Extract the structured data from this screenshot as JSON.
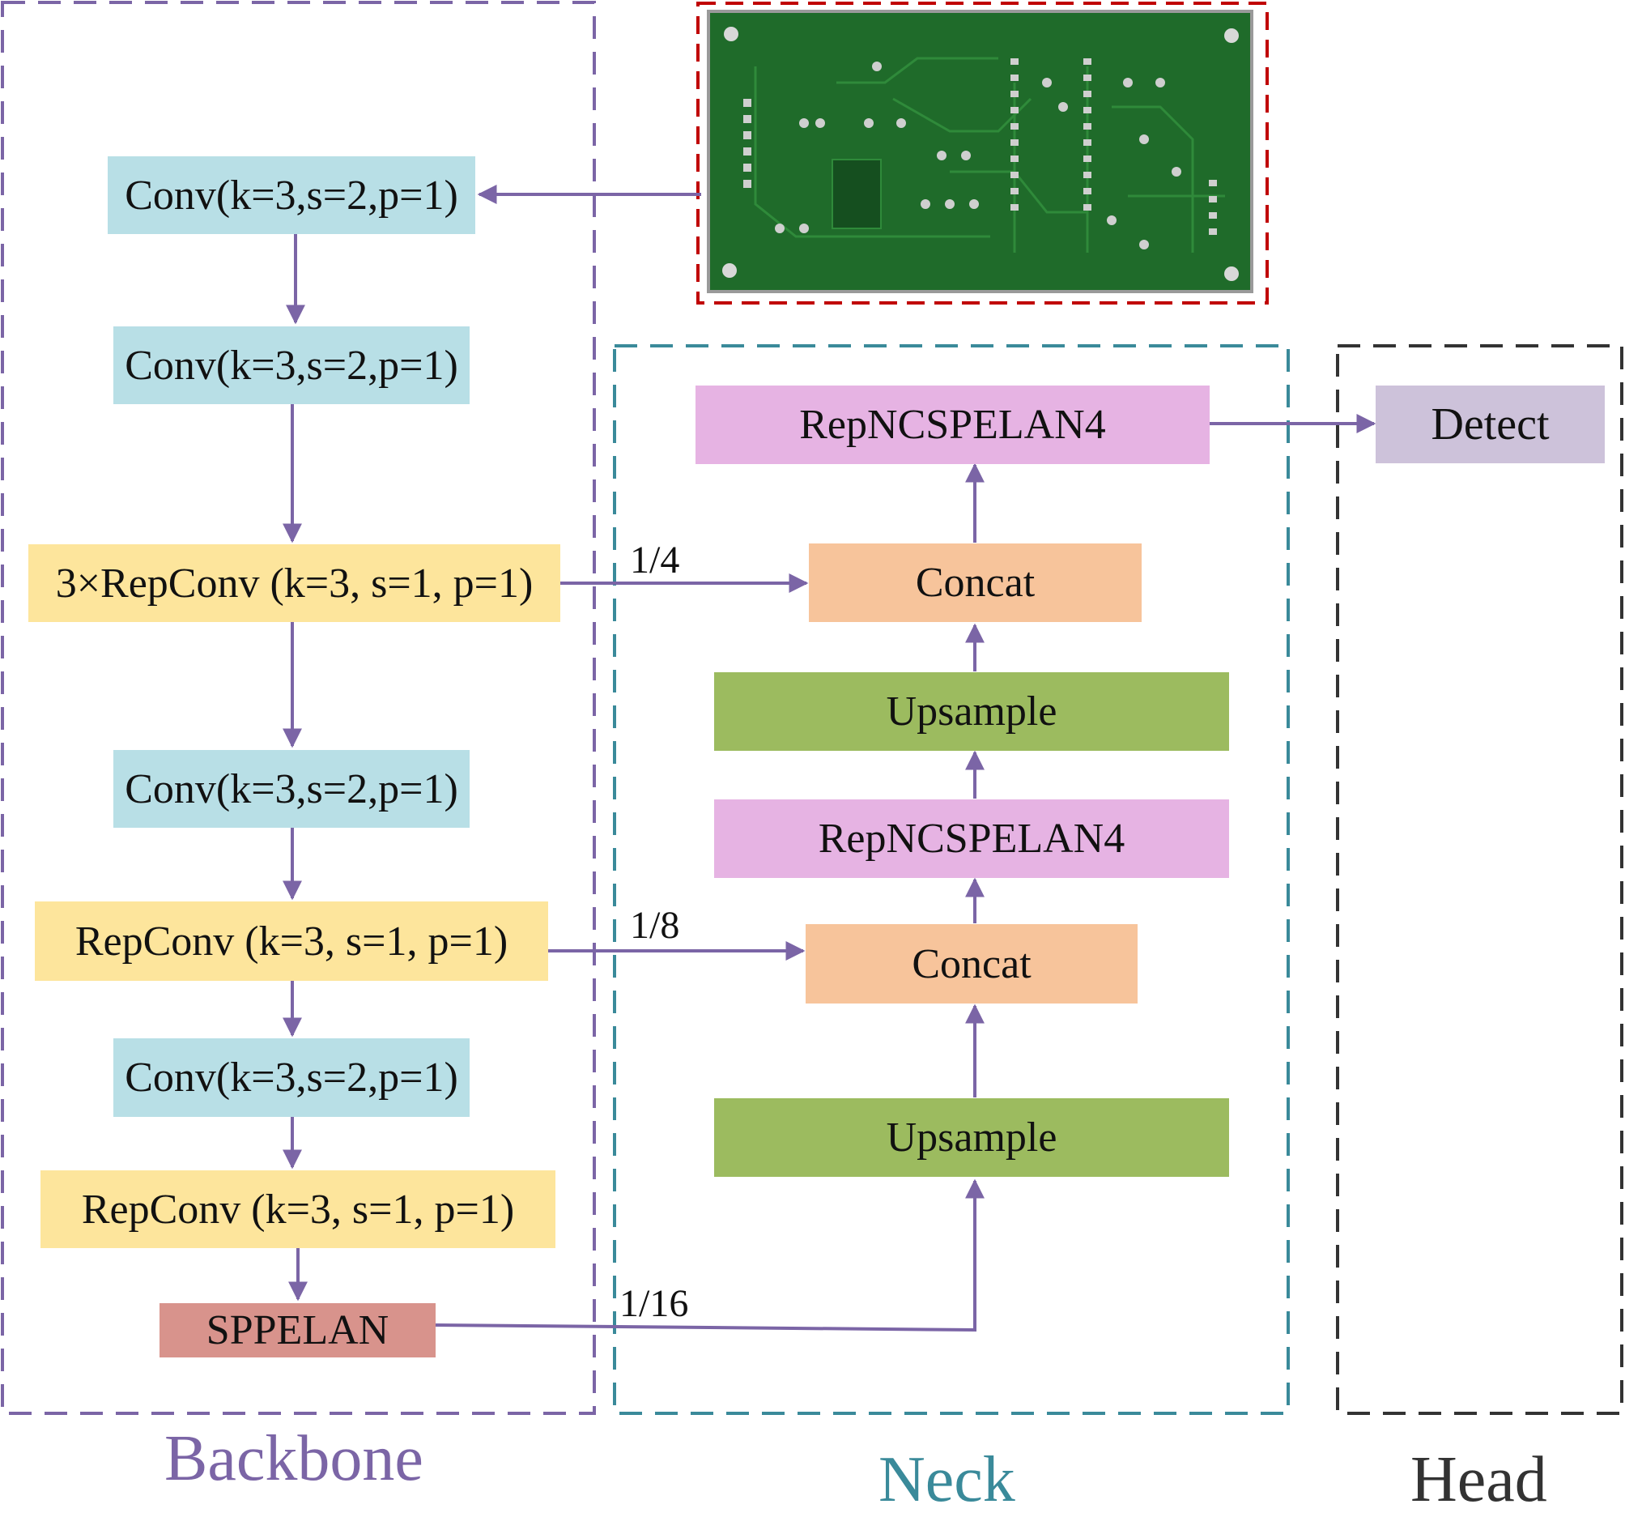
{
  "colors": {
    "backbone_border": "#7b65a6",
    "neck_border": "#3a8a9a",
    "head_border": "#333333",
    "image_border": "#c00000",
    "arrow": "#7b65a6",
    "conv": "#b8dfe6",
    "repconv": "#fde59c",
    "sppelan": "#d8938c",
    "repncspelan": "#e6b3e3",
    "concat": "#f7c49b",
    "upsample": "#9cbb5f",
    "detect": "#cdc2da"
  },
  "regions": {
    "backbone": "Backbone",
    "neck": "Neck",
    "head": "Head"
  },
  "input_image": "pcb-board-photo",
  "backbone": {
    "conv1": "Conv(k=3,s=2,p=1)",
    "conv2": "Conv(k=3,s=2,p=1)",
    "repconv3x": "3×RepConv (k=3, s=1, p=1)",
    "conv3": "Conv(k=3,s=2,p=1)",
    "repconv1": "RepConv (k=3, s=1, p=1)",
    "conv4": "Conv(k=3,s=2,p=1)",
    "repconv2": "RepConv (k=3, s=1, p=1)",
    "sppelan": "SPPELAN"
  },
  "neck": {
    "repncspelan_top": "RepNCSPELAN4",
    "concat_top": "Concat",
    "upsample_top": "Upsample",
    "repncspelan_mid": "RepNCSPELAN4",
    "concat_bottom": "Concat",
    "upsample_bottom": "Upsample"
  },
  "head": {
    "detect": "Detect"
  },
  "edges": {
    "quarter": "1/4",
    "eighth": "1/8",
    "sixteenth": "1/16"
  }
}
